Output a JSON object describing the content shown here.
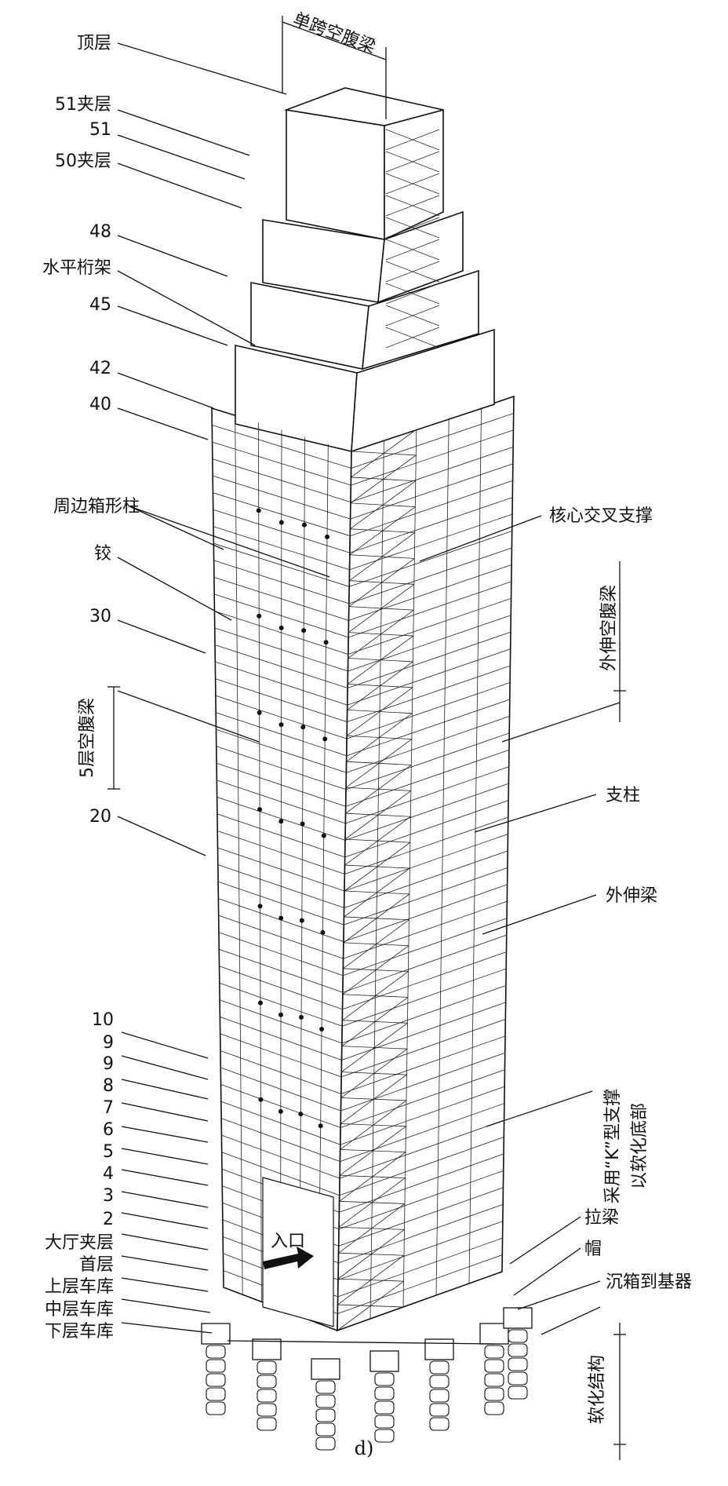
{
  "labels": {
    "top_floor": "顶层",
    "mezz_51": "51夹层",
    "floor_51": "51",
    "mezz_50": "50夹层",
    "floor_48": "48",
    "horizontal_truss": "水平桁架",
    "floor_45": "45",
    "floor_42": "42",
    "floor_40": "40",
    "perimeter_box_column": "周边箱形柱",
    "hinge": "铰",
    "floor_30": "30",
    "five_story_vierendeel": "5层空腹梁",
    "floor_20": "20",
    "floor_10": "10",
    "floor_9a": "9",
    "floor_9b": "9",
    "floor_8": "8",
    "floor_7": "7",
    "floor_6": "6",
    "floor_5": "5",
    "floor_4": "4",
    "floor_3": "3",
    "floor_2": "2",
    "lobby_mezz": "大厅夹层",
    "ground_floor": "首层",
    "upper_garage": "上层车库",
    "middle_garage": "中层车库",
    "lower_garage": "下层车库",
    "single_span_vierendeel": "单跨空腹梁",
    "core_cross_bracing": "核心交叉支撑",
    "outrigger_vierendeel": "外伸空腹梁",
    "strut": "支柱",
    "outrigger_beam": "外伸梁",
    "k_bracing_line1": "采用“K”型支撑",
    "k_bracing_line2": "以软化底部",
    "tie_beam": "拉梁",
    "cap": "帽",
    "caisson": "沉箱到基器",
    "softened_structure": "软化结构",
    "entrance": "入口",
    "caption": "d)"
  }
}
